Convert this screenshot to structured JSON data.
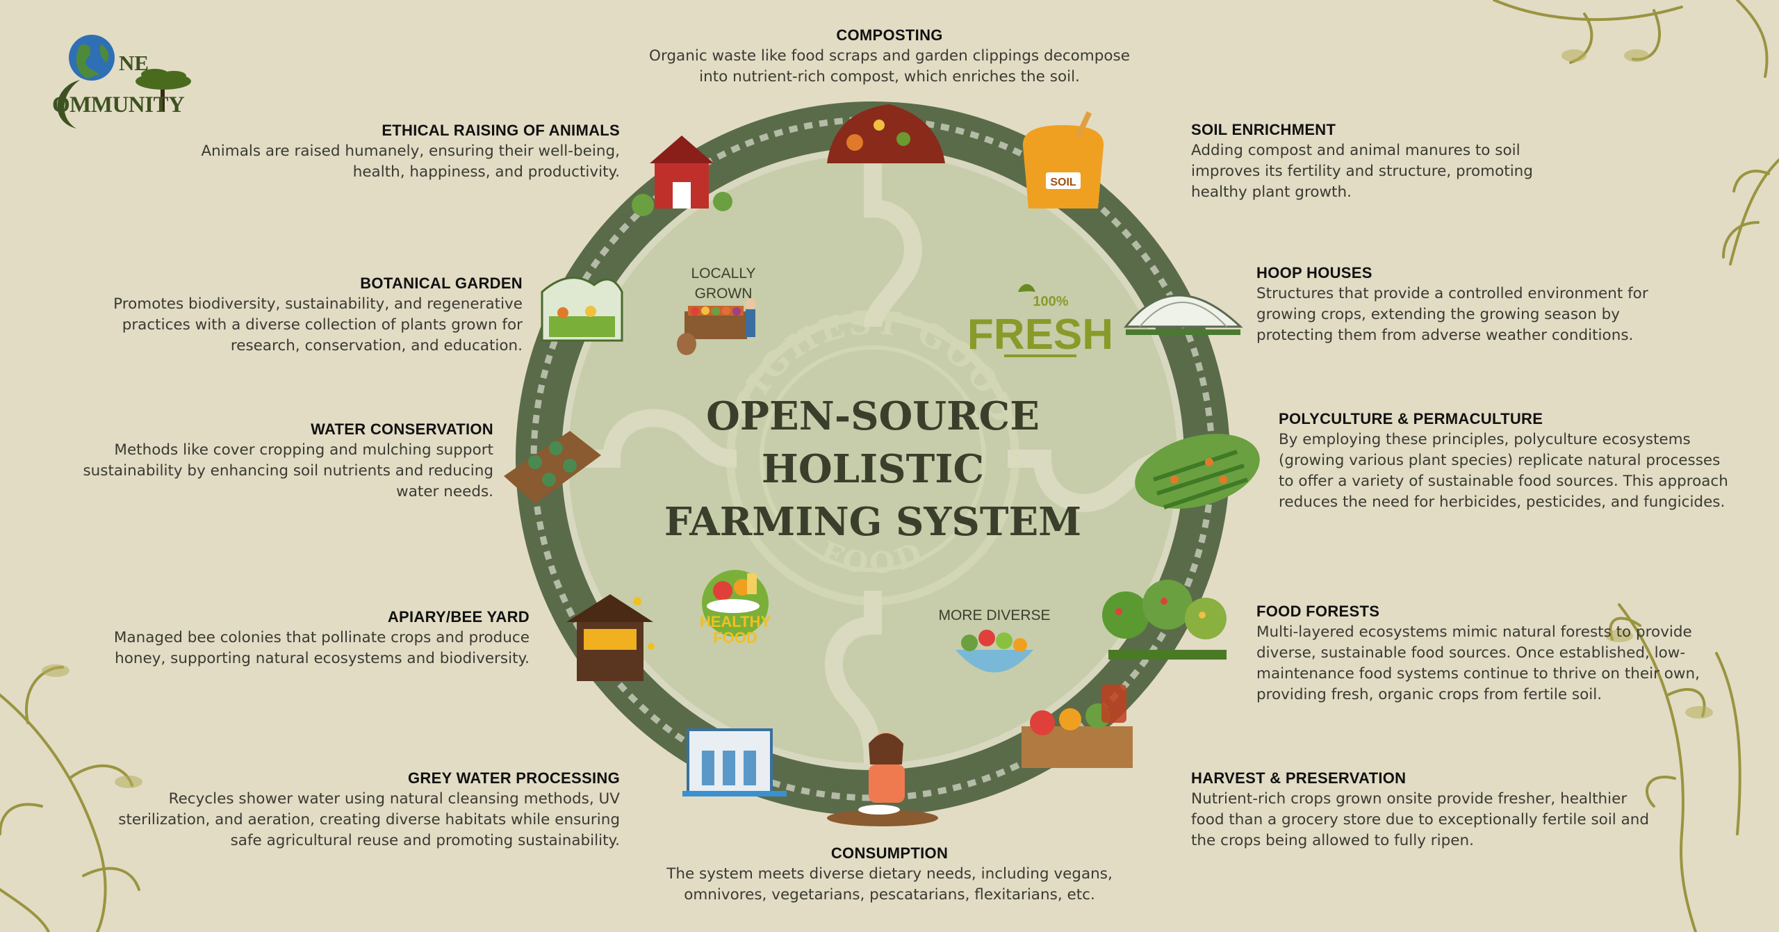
{
  "logo": {
    "line1": "NE",
    "line2": "OMMUNITY"
  },
  "center": {
    "title_lines": [
      "OPEN-SOURCE",
      "HOLISTIC",
      "FARMING SYSTEM"
    ],
    "watermark_top": "HIGHEST GOOD",
    "watermark_bottom": "FOOD"
  },
  "inner_labels": {
    "locally_grown": [
      "LOCALLY",
      "GROWN"
    ],
    "fresh_badge": "100%",
    "fresh_word": "FRESH",
    "healthy_food": [
      "HEALTHY",
      "FOOD"
    ],
    "more_diverse": "MORE DIVERSE",
    "soil_bag": "SOIL"
  },
  "nodes": {
    "composting": {
      "title": "COMPOSTING",
      "lines": [
        "Organic waste like food scraps and garden clippings decompose",
        "into nutrient-rich compost, which enriches the soil."
      ]
    },
    "soil_enrichment": {
      "title": "SOIL ENRICHMENT",
      "lines": [
        "Adding compost and animal manures to soil",
        "improves its fertility and structure, promoting",
        "healthy plant growth."
      ]
    },
    "hoop_houses": {
      "title": "HOOP HOUSES",
      "lines": [
        "Structures that provide a controlled environment for",
        "growing crops, extending the growing season by",
        "protecting them from adverse weather conditions."
      ]
    },
    "polyculture": {
      "title": "POLYCULTURE & PERMACULTURE",
      "lines": [
        "By employing these principles, polyculture ecosystems",
        "(growing various plant species) replicate natural processes",
        "to offer a variety of sustainable food sources. This approach",
        "reduces the need for herbicides, pesticides, and fungicides."
      ]
    },
    "food_forests": {
      "title": "FOOD FORESTS",
      "lines": [
        "Multi-layered ecosystems mimic natural forests to provide",
        "diverse, sustainable food sources. Once established, low-",
        "maintenance food systems continue to thrive on their own,",
        "providing fresh, organic crops from fertile soil."
      ]
    },
    "harvest": {
      "title": "HARVEST & PRESERVATION",
      "lines": [
        "Nutrient-rich crops grown onsite provide fresher, healthier",
        "food than a grocery store due to exceptionally fertile soil and",
        "the crops being allowed to fully ripen."
      ]
    },
    "consumption": {
      "title": "CONSUMPTION",
      "lines": [
        "The system meets diverse dietary needs, including vegans,",
        "omnivores, vegetarians, pescatarians, flexitarians, etc."
      ]
    },
    "grey_water": {
      "title": "GREY WATER PROCESSING",
      "lines": [
        "Recycles shower water using natural cleansing methods, UV",
        "sterilization, and aeration, creating diverse habitats while ensuring",
        "safe agricultural reuse and promoting sustainability."
      ]
    },
    "apiary": {
      "title": "APIARY/BEE YARD",
      "lines": [
        "Managed bee colonies that pollinate crops and produce",
        "honey, supporting  natural ecosystems and biodiversity."
      ]
    },
    "water_conservation": {
      "title": "WATER CONSERVATION",
      "lines": [
        "Methods like cover cropping and mulching support",
        "sustainability by enhancing soil nutrients and reducing",
        "water needs."
      ]
    },
    "botanical_garden": {
      "title": "BOTANICAL GARDEN",
      "lines": [
        "Promotes biodiversity, sustainability, and regenerative",
        "practices with a diverse collection of plants grown for",
        "research, conservation, and education."
      ]
    },
    "ethical_animals": {
      "title": "ETHICAL RAISING OF ANIMALS",
      "lines": [
        "Animals are raised humanely, ensuring their well-being,",
        "health, happiness, and productivity."
      ]
    }
  },
  "colors": {
    "background": "#e2dcc5",
    "ring": "#5a6b4a",
    "ring_dash": "#b4bba6",
    "inner_disc": "#c7cdaa",
    "puzzle_line": "#dcdcc4",
    "title": "#3a3f2c",
    "fresh": "#8a9a2a",
    "vine": "#9a9440"
  }
}
